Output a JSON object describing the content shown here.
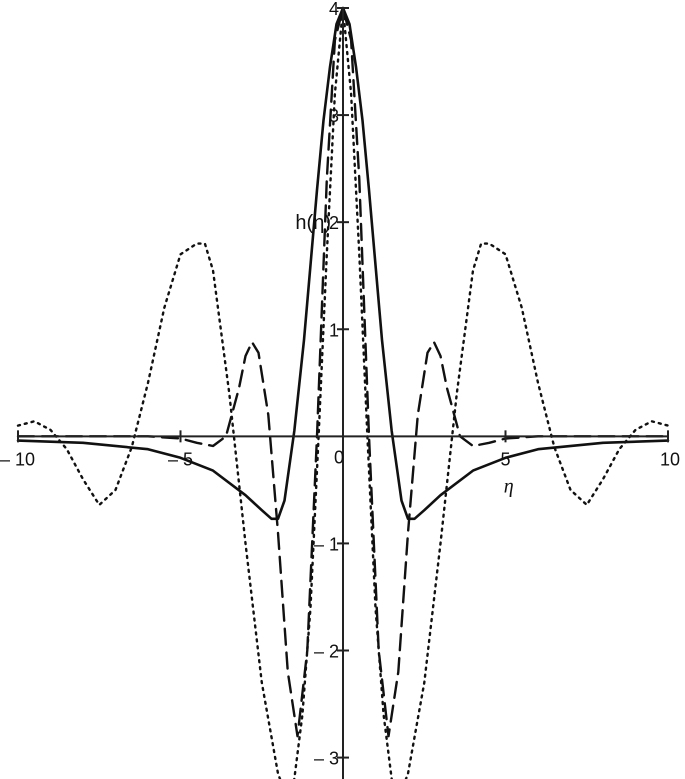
{
  "chart_data": {
    "type": "line",
    "title": "",
    "xlabel": "η",
    "ylabel": "h(η)",
    "xlim": [
      -10,
      10
    ],
    "ylim": [
      -3.2,
      4
    ],
    "xticks": [
      {
        "value": -10,
        "label": "– 10"
      },
      {
        "value": -5,
        "label": "– 5"
      },
      {
        "value": 5,
        "label": "5"
      },
      {
        "value": 10,
        "label": "10"
      }
    ],
    "yticks": [
      {
        "value": -3,
        "label": "– 3"
      },
      {
        "value": -2,
        "label": "– 2"
      },
      {
        "value": -1,
        "label": "– 1"
      },
      {
        "value": 1,
        "label": "1"
      },
      {
        "value": 2,
        "label": "2"
      },
      {
        "value": 3,
        "label": "3"
      },
      {
        "value": 4,
        "label": "4"
      }
    ],
    "origin_label": "0",
    "grid": false,
    "legend": "none",
    "series": [
      {
        "style": "solid",
        "color": "#111111",
        "x": [
          -10,
          -8,
          -6,
          -5,
          -4,
          -3,
          -2.5,
          -2.2,
          -2,
          -1.8,
          -1.5,
          -1.2,
          -1,
          -0.8,
          -0.6,
          -0.4,
          -0.2,
          0,
          0.2,
          0.4,
          0.6,
          0.8,
          1,
          1.2,
          1.5,
          1.8,
          2,
          2.2,
          2.5,
          3,
          4,
          5,
          6,
          8,
          10
        ],
        "y": [
          -0.04,
          -0.06,
          -0.12,
          -0.2,
          -0.32,
          -0.55,
          -0.69,
          -0.77,
          -0.77,
          -0.6,
          0.05,
          0.9,
          1.6,
          2.3,
          2.95,
          3.45,
          3.85,
          4.0,
          3.85,
          3.45,
          2.95,
          2.3,
          1.6,
          0.9,
          0.05,
          -0.6,
          -0.77,
          -0.77,
          -0.69,
          -0.55,
          -0.32,
          -0.2,
          -0.12,
          -0.06,
          -0.04
        ]
      },
      {
        "style": "dashed",
        "color": "#111111",
        "x": [
          -10,
          -6,
          -5,
          -4.5,
          -4,
          -3.6,
          -3.2,
          -3,
          -2.8,
          -2.6,
          -2.3,
          -2,
          -1.7,
          -1.4,
          -1.1,
          -0.8,
          -0.5,
          -0.25,
          0,
          0.25,
          0.5,
          0.8,
          1.1,
          1.4,
          1.7,
          2,
          2.3,
          2.6,
          2.8,
          3,
          3.2,
          3.6,
          4,
          4.5,
          5,
          6,
          10
        ],
        "y": [
          0,
          0,
          -0.02,
          -0.06,
          -0.09,
          0.0,
          0.45,
          0.75,
          0.88,
          0.78,
          0.2,
          -0.9,
          -2.2,
          -2.8,
          -2.0,
          0.0,
          2.4,
          3.7,
          4.0,
          3.7,
          2.4,
          0.0,
          -2.0,
          -2.8,
          -2.2,
          -0.9,
          0.2,
          0.78,
          0.88,
          0.75,
          0.45,
          0.0,
          -0.09,
          -0.06,
          -0.02,
          0,
          0
        ]
      },
      {
        "style": "dotted",
        "color": "#111111",
        "x": [
          -10,
          -9.5,
          -9,
          -8.5,
          -8,
          -7.5,
          -7,
          -6.5,
          -6,
          -5.5,
          -5,
          -4.5,
          -4.25,
          -4,
          -3.5,
          -3,
          -2.5,
          -2,
          -1.75,
          -1.5,
          -1.25,
          -1,
          -0.75,
          -0.5,
          -0.25,
          0,
          0.25,
          0.5,
          0.75,
          1,
          1.25,
          1.5,
          1.75,
          2,
          2.5,
          3,
          3.5,
          4,
          4.25,
          4.5,
          5,
          5.5,
          6,
          6.5,
          7,
          7.5,
          8,
          8.5,
          9,
          9.5,
          10
        ],
        "y": [
          0.1,
          0.14,
          0.06,
          -0.12,
          -0.4,
          -0.64,
          -0.5,
          -0.1,
          0.5,
          1.2,
          1.7,
          1.8,
          1.8,
          1.55,
          0.4,
          -1.0,
          -2.3,
          -3.15,
          -3.35,
          -3.2,
          -2.6,
          -1.6,
          0.0,
          1.7,
          3.2,
          4.0,
          3.2,
          1.7,
          0.0,
          -1.6,
          -2.6,
          -3.2,
          -3.35,
          -3.15,
          -2.3,
          -1.0,
          0.4,
          1.55,
          1.8,
          1.8,
          1.7,
          1.2,
          0.5,
          -0.1,
          -0.5,
          -0.64,
          -0.4,
          -0.12,
          0.06,
          0.14,
          0.1
        ]
      }
    ]
  }
}
